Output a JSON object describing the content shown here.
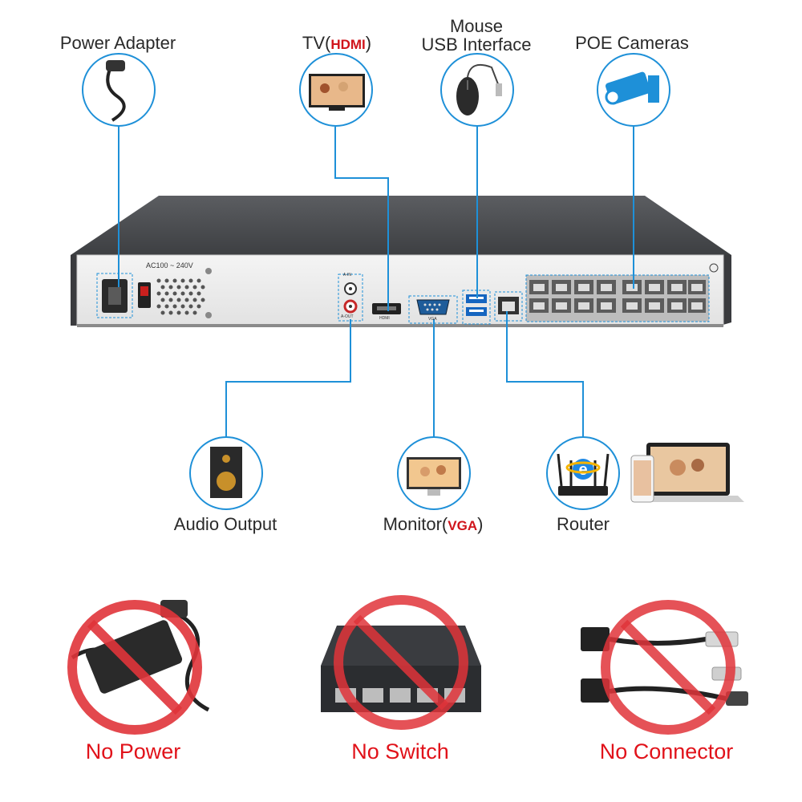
{
  "labels": {
    "power_adapter": "Power Adapter",
    "tv_prefix": "TV(",
    "tv_hdmi": "HDMI",
    "tv_suffix": ")",
    "mouse_line1": "Mouse",
    "mouse_line2": "USB Interface",
    "poe_cameras": "POE Cameras",
    "audio_output": "Audio Output",
    "monitor_prefix": "Monitor(",
    "monitor_vga": "VGA",
    "monitor_suffix": ")",
    "router": "Router"
  },
  "panel": {
    "voltage": "AC100 ~ 240V",
    "audio_in": "A-IN",
    "audio_out": "A-OUT",
    "hdmi_port": "HDMI",
    "vga_port": "VGA"
  },
  "warnings": {
    "no_power": "No Power",
    "no_switch": "No Switch",
    "no_connector": "No Connector"
  },
  "colors": {
    "connector_line": "#1e90d8",
    "prohibition": "#e0343a",
    "warning_text": "#e1121a",
    "device_body": "#4a4c50"
  }
}
